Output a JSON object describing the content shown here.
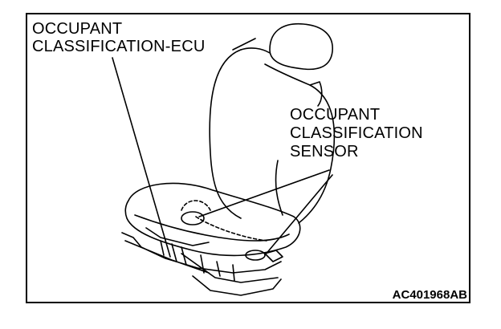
{
  "labels": {
    "ecu_line1": "OCCUPANT",
    "ecu_line2": "CLASSIFICATION-ECU",
    "sensor_line1": "OCCUPANT",
    "sensor_line2": "CLASSIFICATION",
    "sensor_line3": "SENSOR"
  },
  "figure_code": "AC401968AB"
}
